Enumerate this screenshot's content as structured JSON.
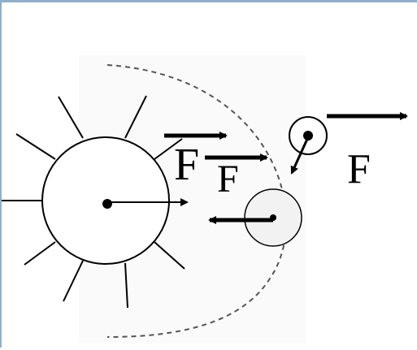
{
  "diagram": {
    "labels": {
      "force_sun": "F",
      "force_planet": "F",
      "force_moon": "F"
    },
    "colors": {
      "ink": "#000000",
      "paper": "#ffffff",
      "frame_border": "#8fb0cc",
      "orbit": "#555555"
    },
    "icons": {
      "sun": "sun-icon",
      "planet": "planet-icon",
      "moon": "moon-icon"
    }
  }
}
